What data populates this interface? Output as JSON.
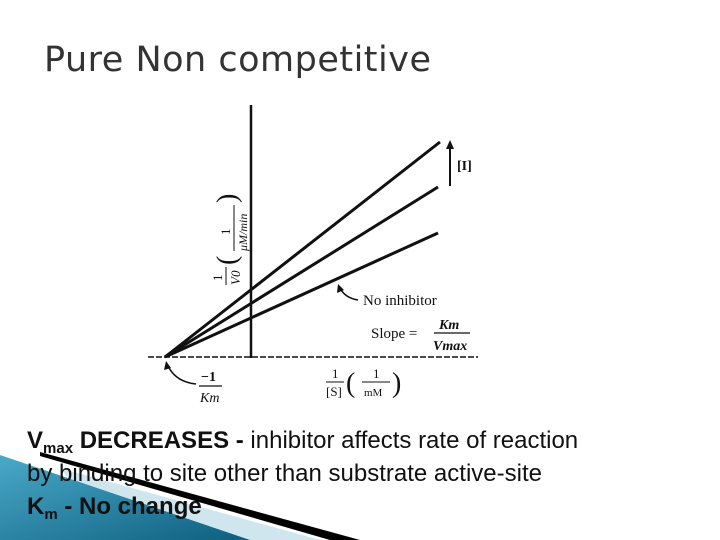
{
  "slide": {
    "title": "Pure Non competitive",
    "diagram": {
      "y_axis_label": {
        "numerator": "1",
        "denominator": "V0",
        "unit_numerator": "1",
        "unit_denominator": "μM/min"
      },
      "x_axis_label": {
        "numerator": "1",
        "denominator": "[S]",
        "unit_numerator": "1",
        "unit_denominator": "mM"
      },
      "intercept_label": {
        "numerator": "−1",
        "denominator": "Km"
      },
      "inhibitor_arrow_label": "[I]",
      "no_inhibitor_label": "No inhibitor",
      "slope_label": {
        "prefix": "Slope =",
        "numerator": "Km",
        "denominator": "Vmax"
      }
    },
    "bullets": [
      {
        "v": "V",
        "sub": "max",
        "bold": " DECREASES -",
        "rest": " inhibitor affects rate of reaction"
      },
      {
        "text": "by binding to site other than substrate active-site"
      },
      {
        "k": "K",
        "sub": "m",
        "bold": " - No change"
      }
    ]
  }
}
